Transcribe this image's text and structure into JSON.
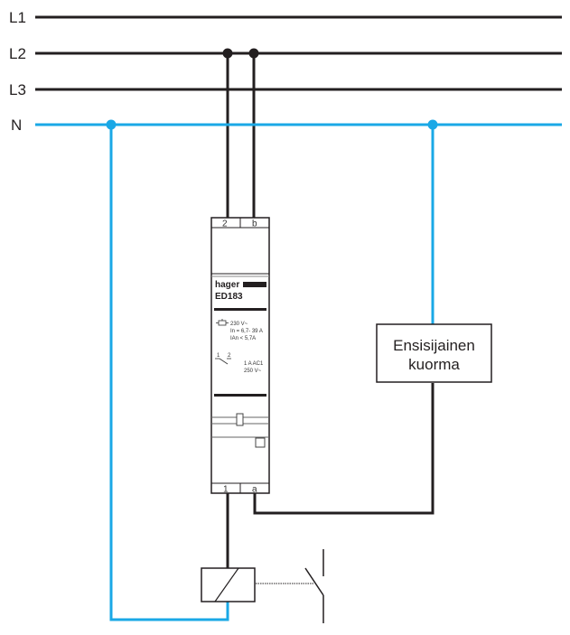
{
  "colors": {
    "phase": "#231f20",
    "neutral": "#1aa8e6"
  },
  "buses": [
    {
      "label": "L1",
      "type": "phase"
    },
    {
      "label": "L2",
      "type": "phase"
    },
    {
      "label": "L3",
      "type": "phase"
    },
    {
      "label": "N",
      "type": "neutral"
    }
  ],
  "device": {
    "brand": "hager",
    "model": "ED183",
    "top_terminals": [
      "2",
      "b"
    ],
    "bottom_terminals": [
      "1",
      "a"
    ],
    "coil_specs": [
      "230 V~",
      "In = 6,7- 39 A",
      "IAn < 5,7A"
    ],
    "contact_labels": [
      "1",
      "2"
    ],
    "contact_specs": [
      "1 A AC1",
      "250 V~"
    ]
  },
  "load": {
    "line1": "Ensisijainen",
    "line2": "kuorma"
  }
}
